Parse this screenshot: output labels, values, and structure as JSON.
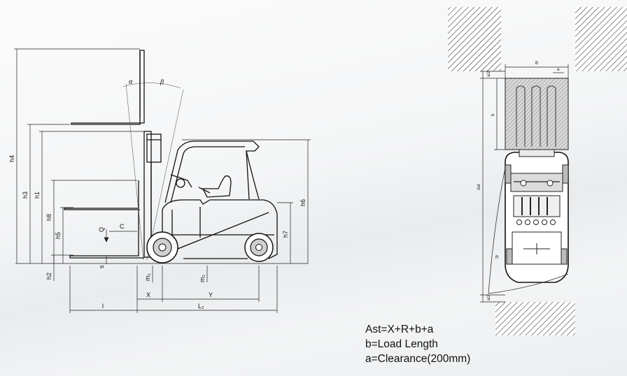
{
  "side_view": {
    "height_labels": [
      "h4",
      "h3",
      "h1",
      "h8",
      "h5",
      "h2",
      "h6",
      "h7"
    ],
    "angle_labels": [
      "α",
      "β"
    ],
    "load_labels": [
      "Q",
      "C",
      "s"
    ],
    "clearance_labels": [
      "m₁",
      "m₂"
    ],
    "length_labels": [
      "X",
      "Y",
      "l",
      "L₂"
    ]
  },
  "top_view": {
    "labels": [
      "B",
      "a",
      "b",
      "Ast",
      "R"
    ],
    "clearance_labels": [
      "a/2",
      "a/2"
    ]
  },
  "formulas": [
    "Ast=X+R+b+a",
    "b=Load Length",
    "a=Clearance(200mm)"
  ]
}
